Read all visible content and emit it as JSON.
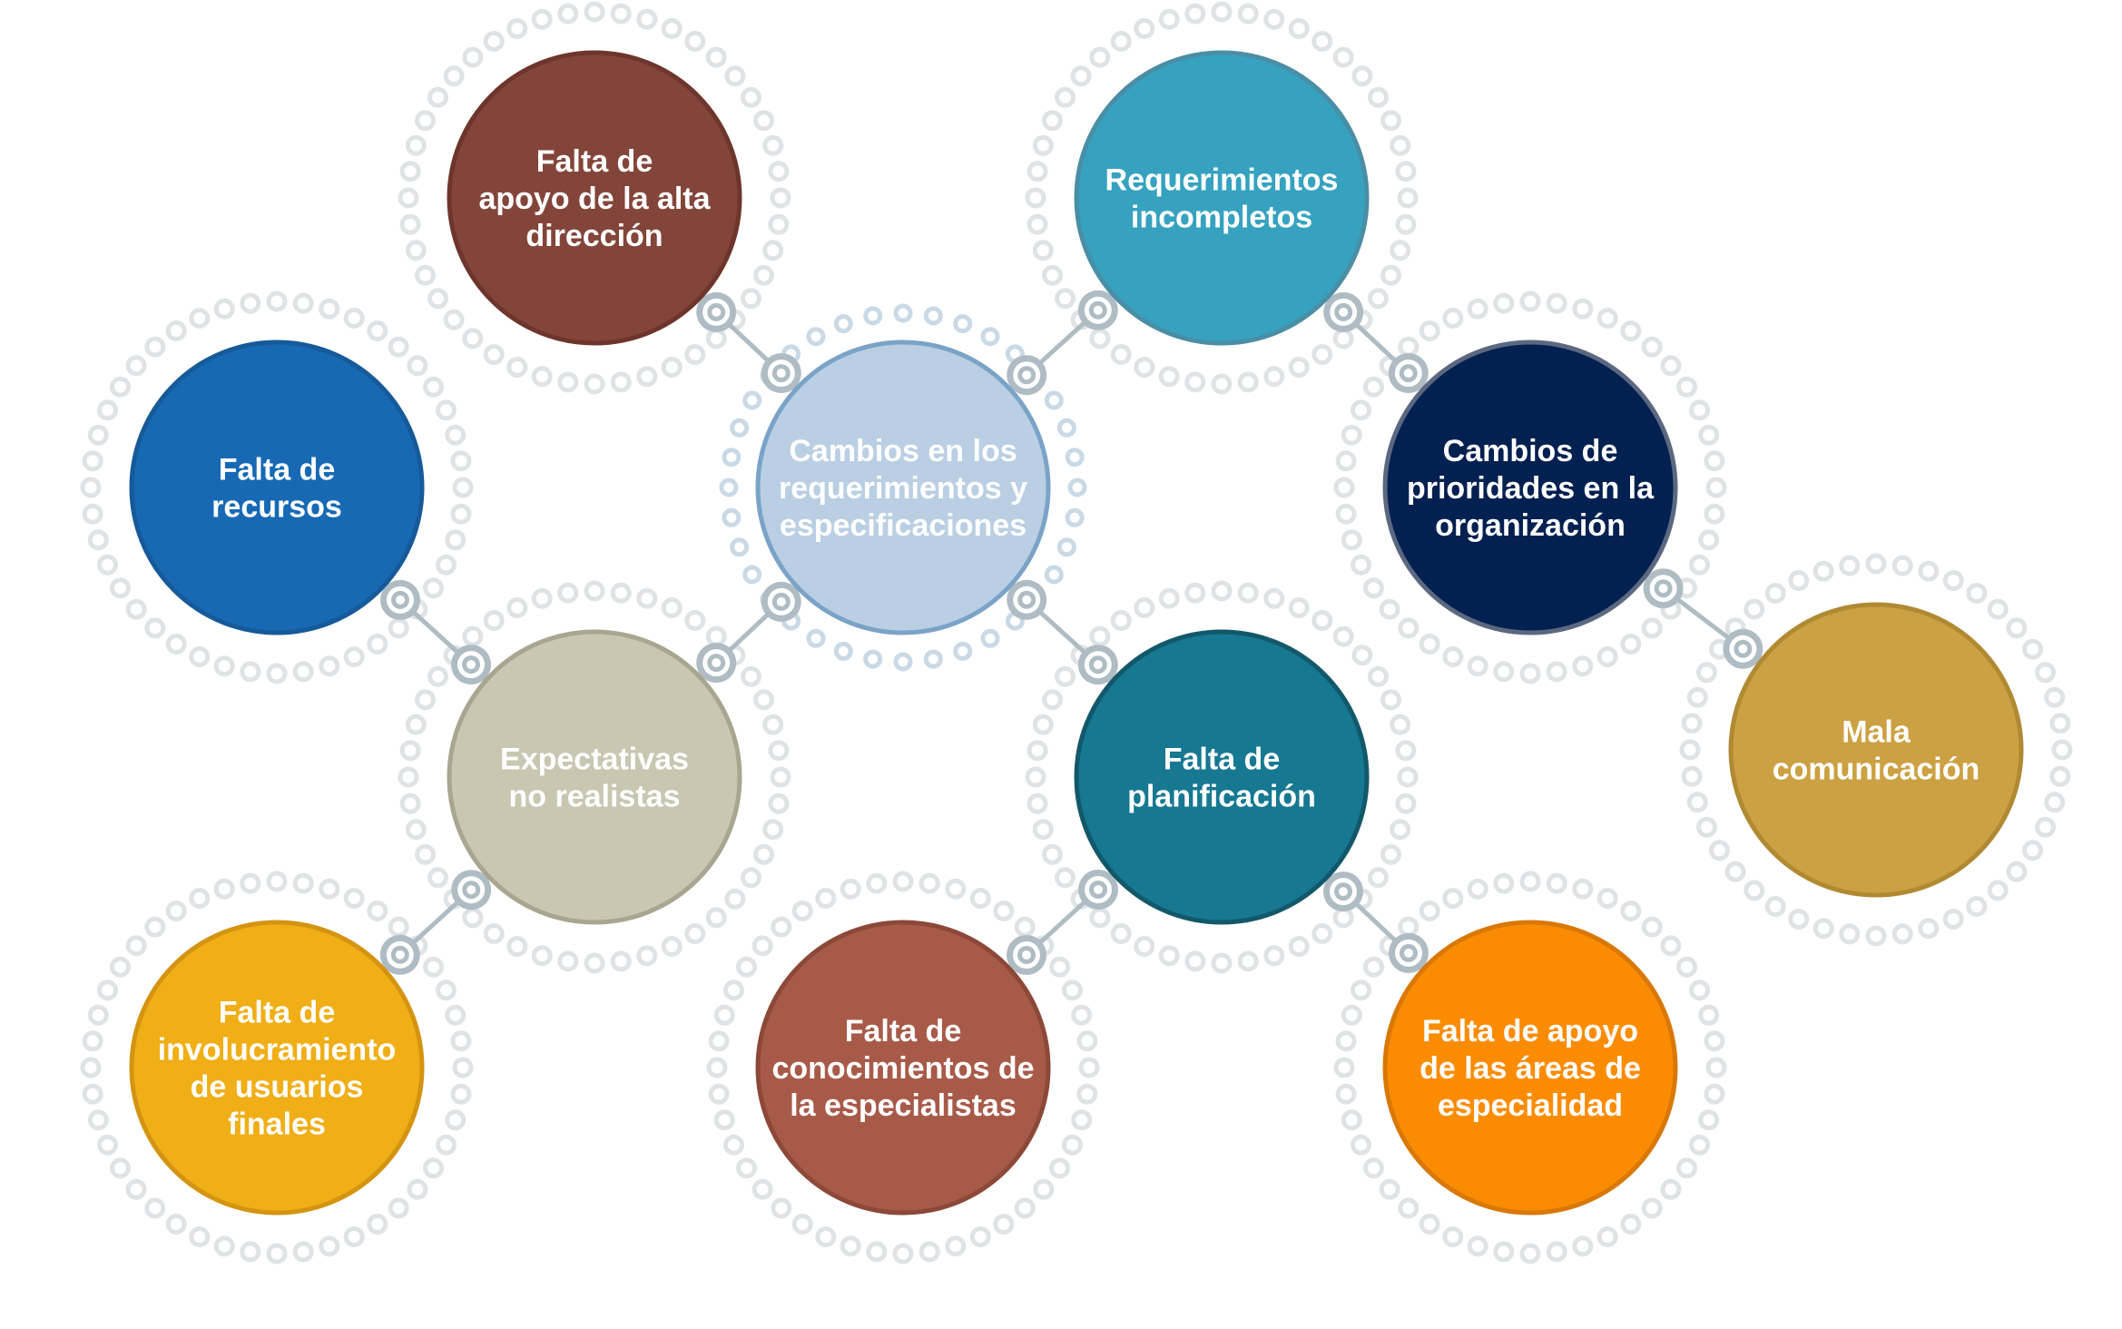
{
  "nodes": [
    {
      "id": "falta-apoyo-alta-direccion",
      "lines": [
        "Falta de",
        "apoyo de la alta",
        "dirección"
      ],
      "fill": "#83453a",
      "stroke": "#6d352c"
    },
    {
      "id": "requerimientos-incompletos",
      "lines": [
        "Requerimientos",
        "incompletos"
      ],
      "fill": "#36a2c0",
      "stroke": "#4a8ea6"
    },
    {
      "id": "falta-recursos",
      "lines": [
        "Falta de",
        "recursos"
      ],
      "fill": "#1769b4",
      "stroke": "#165a99"
    },
    {
      "id": "cambios-requerimientos",
      "lines": [
        "Cambios en los",
        "requerimientos y",
        "especificaciones"
      ],
      "fill": "#bacfe3",
      "stroke": "#7aa3c7"
    },
    {
      "id": "cambios-prioridades",
      "lines": [
        "Cambios de",
        "prioridades en la",
        "organización"
      ],
      "fill": "#022050",
      "stroke": "#5b6880"
    },
    {
      "id": "expectativas-no-realistas",
      "lines": [
        "Expectativas",
        "no realistas"
      ],
      "fill": "#c9c6b1",
      "stroke": "#a8a590"
    },
    {
      "id": "falta-planificacion",
      "lines": [
        "Falta de",
        "planificación"
      ],
      "fill": "#167891",
      "stroke": "#12586a"
    },
    {
      "id": "mala-comunicacion",
      "lines": [
        "Mala",
        "comunicación"
      ],
      "fill": "#cca143",
      "stroke": "#b08933"
    },
    {
      "id": "falta-involucramiento",
      "lines": [
        "Falta de",
        "involucramiento",
        "de usuarios",
        "finales"
      ],
      "fill": "#f0ae17",
      "stroke": "#d49412"
    },
    {
      "id": "falta-conocimientos",
      "lines": [
        "Falta de",
        "conocimientos de",
        "la especialistas"
      ],
      "fill": "#a85a49",
      "stroke": "#8c4838"
    },
    {
      "id": "falta-apoyo-areas",
      "lines": [
        "Falta de apoyo",
        "de las áreas de",
        "especialidad"
      ],
      "fill": "#fa8c04",
      "stroke": "#d97806"
    }
  ],
  "links": [
    [
      "falta-apoyo-alta-direccion",
      "cambios-requerimientos"
    ],
    [
      "requerimientos-incompletos",
      "cambios-requerimientos"
    ],
    [
      "requerimientos-incompletos",
      "cambios-prioridades"
    ],
    [
      "cambios-prioridades",
      "mala-comunicacion"
    ],
    [
      "falta-recursos",
      "expectativas-no-realistas"
    ],
    [
      "cambios-requerimientos",
      "expectativas-no-realistas"
    ],
    [
      "cambios-requerimientos",
      "falta-planificacion"
    ],
    [
      "expectativas-no-realistas",
      "falta-involucramiento"
    ],
    [
      "falta-planificacion",
      "falta-conocimientos"
    ],
    [
      "falta-planificacion",
      "falta-apoyo-areas"
    ]
  ],
  "center_node": "cambios-requerimientos"
}
